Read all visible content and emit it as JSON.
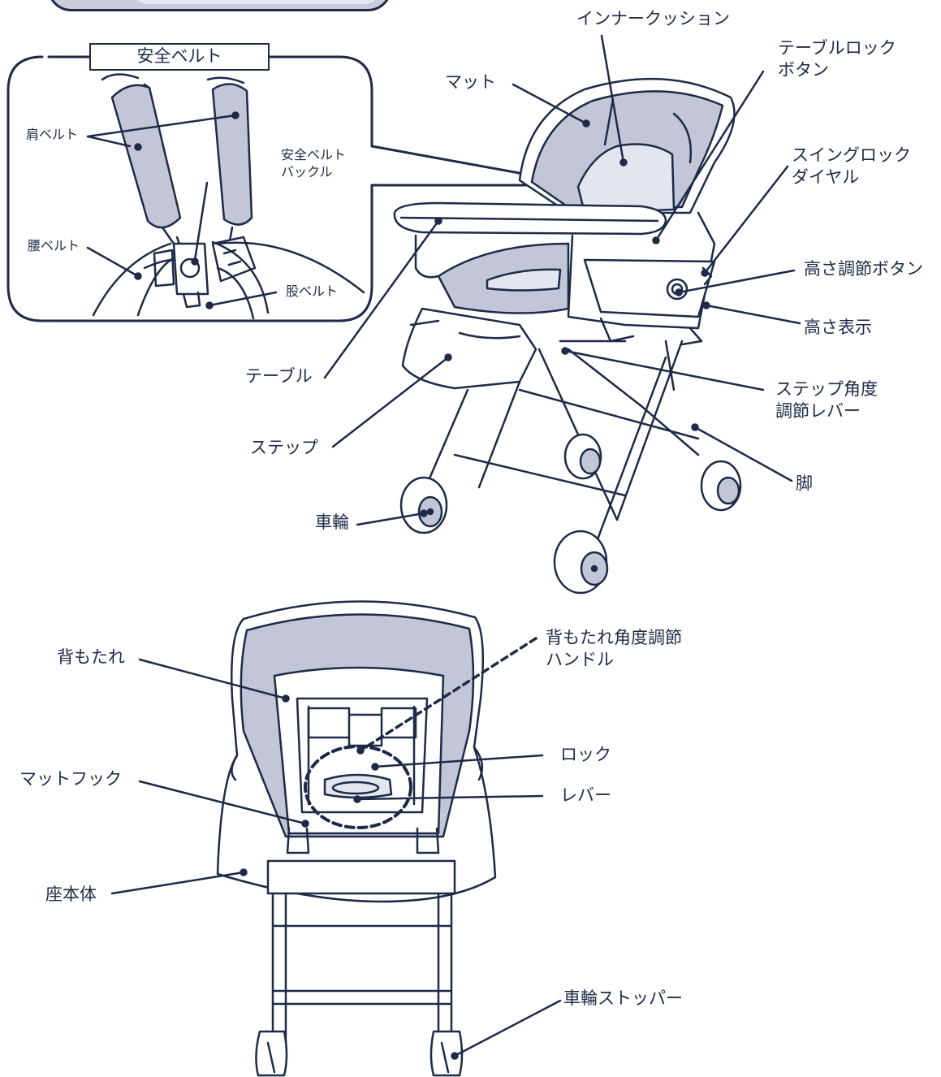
{
  "diagram": {
    "inset_title": "安全ベルト",
    "colors": {
      "outline": "#1d2a48",
      "fabric": "#c3c6d6",
      "fabric_light": "#e4e6ef",
      "background": "#ffffff"
    },
    "labels": {
      "inner_cushion": "インナークッション",
      "table_lock_button": [
        "テーブルロック",
        "ボタン"
      ],
      "mat": "マット",
      "swing_lock_dial": [
        "スイングロック",
        "ダイヤル"
      ],
      "height_adjust_button": "高さ調節ボタン",
      "height_display": "高さ表示",
      "step_angle_lever": [
        "ステップ角度",
        "調節レバー"
      ],
      "leg": "脚",
      "table": "テーブル",
      "step": "ステップ",
      "wheel": "車輪",
      "shoulder_belt": "肩ベルト",
      "buckle": [
        "安全ベルト",
        "バックル"
      ],
      "waist_belt": "腰ベルト",
      "crotch_belt": "股ベルト",
      "backrest": "背もたれ",
      "recline_handle": [
        "背もたれ角度調節",
        "ハンドル"
      ],
      "lock": "ロック",
      "lever": "レバー",
      "mat_hook": "マットフック",
      "seat_body": "座本体",
      "wheel_stopper": "車輪ストッパー"
    }
  }
}
